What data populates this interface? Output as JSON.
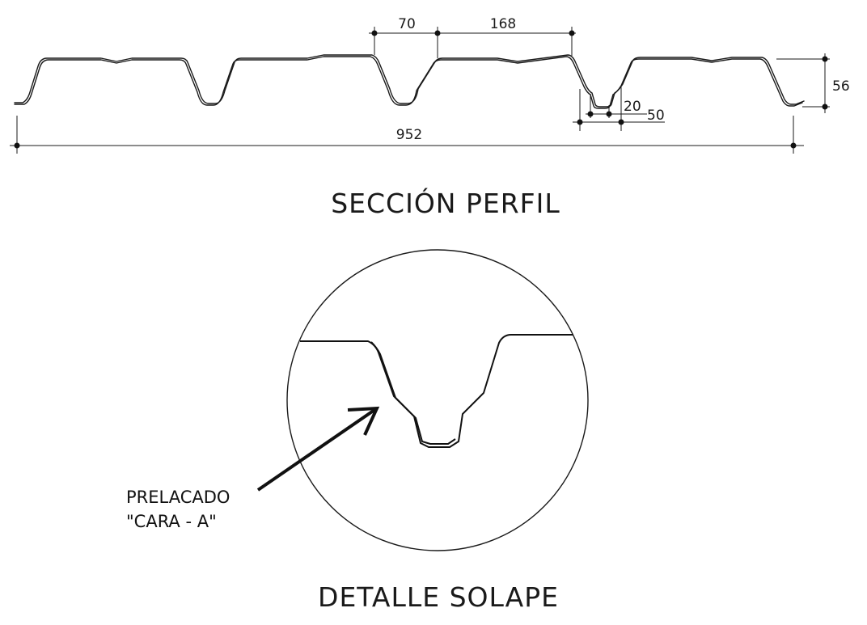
{
  "profile_section": {
    "title": "SECCIÓN PERFIL",
    "dimensions": {
      "top_width": "70",
      "pitch": "168",
      "height": "56",
      "bottom_width": "20",
      "valley_width": "50",
      "total_width": "952"
    }
  },
  "overlap_detail": {
    "title": "DETALLE SOLAPE",
    "callout_line1": "PRELACADO",
    "callout_line2": "\"CARA - A\""
  },
  "colors": {
    "ink": "#1a1a1a",
    "background": "#ffffff"
  }
}
